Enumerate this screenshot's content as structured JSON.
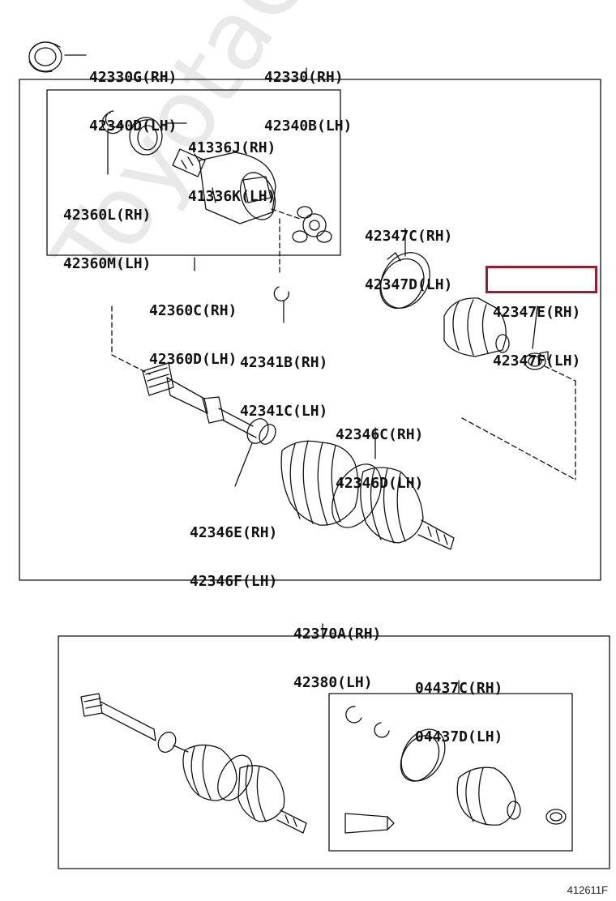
{
  "watermark": "ToyotaCarMine.ru",
  "figure_number": "412611F",
  "highlight_color": "#9b1b30",
  "labels": {
    "p42330g": {
      "rh": "42330G(RH)",
      "lh": "42340D(LH)"
    },
    "p42330": {
      "rh": "42330(RH)",
      "lh": "42340B(LH)"
    },
    "p41336j": {
      "rh": "41336J(RH)",
      "lh": "41336K(LH)"
    },
    "p42360l": {
      "rh": "42360L(RH)",
      "lh": "42360M(LH)"
    },
    "p42347c": {
      "rh": "42347C(RH)",
      "lh": "42347D(LH)"
    },
    "p42347e": {
      "rh": "42347E(RH)",
      "lh": "42347F(LH)"
    },
    "p42360c": {
      "rh": "42360C(RH)",
      "lh": "42360D(LH)"
    },
    "p42341b": {
      "rh": "42341B(RH)",
      "lh": "42341C(LH)"
    },
    "p42346c": {
      "rh": "42346C(RH)",
      "lh": "42346D(LH)"
    },
    "p42346e": {
      "rh": "42346E(RH)",
      "lh": "42346F(LH)"
    },
    "p42370a": {
      "rh": "42370A(RH)",
      "lh": "42380(LH)"
    },
    "p04437c": {
      "rh": "04437C(RH)",
      "lh": "04437D(LH)"
    }
  }
}
